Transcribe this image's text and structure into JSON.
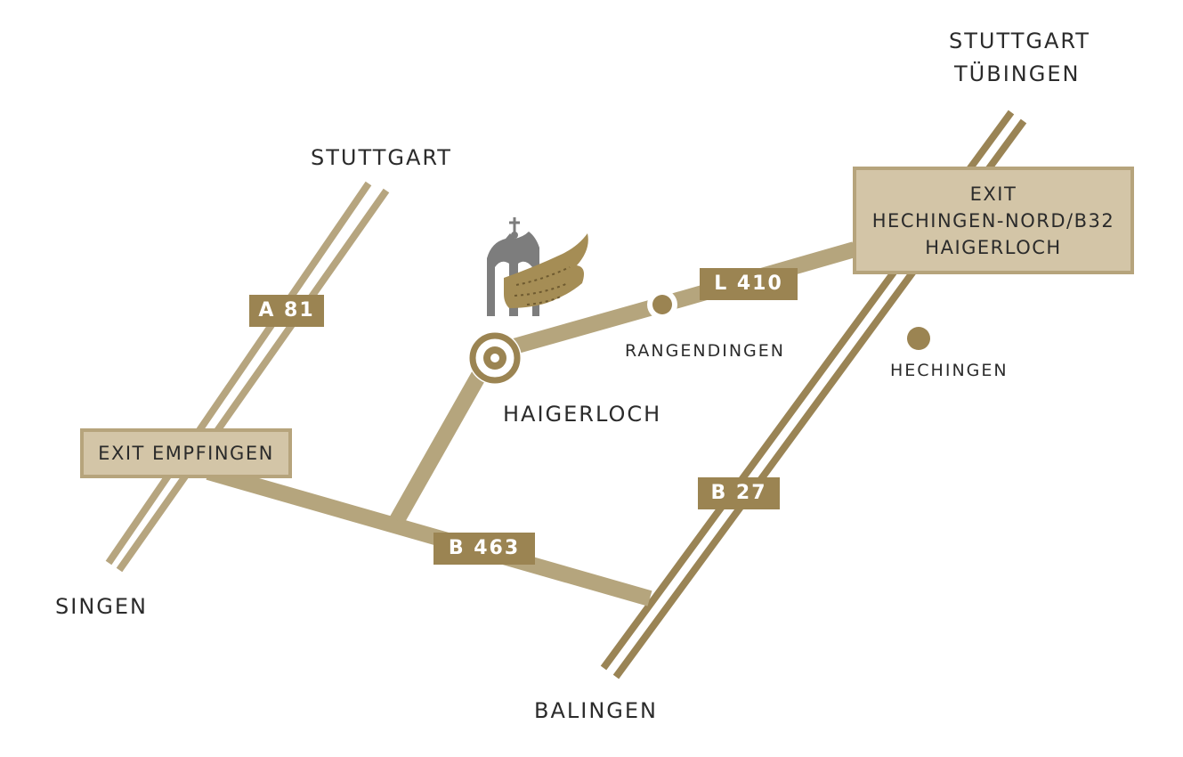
{
  "colors": {
    "background": "#ffffff",
    "road_light": "#b5a57d",
    "road_dark": "#9b8452",
    "motorway_light": "#b6a57f",
    "motorway_dark": "#9a8455",
    "shield": "#9b8452",
    "exit_box_fill": "#d3c5a7",
    "exit_box_border": "#b6a47c",
    "label_text": "#2b2b2b",
    "logo_grey": "#7d7d7d",
    "logo_wing": "#a58d55"
  },
  "places": {
    "stuttgart_top_left": "STUTTGART",
    "stuttgart_top_right": "STUTTGART",
    "tuebingen": "TÜBINGEN",
    "singen": "SINGEN",
    "balingen": "BALINGEN",
    "haigerloch": "HAIGERLOCH",
    "rangendingen": "RANGENDINGEN",
    "hechingen": "HECHINGEN"
  },
  "roads": {
    "a81": "A 81",
    "b463": "B 463",
    "b27": "B 27",
    "l410": "L 410"
  },
  "exits": {
    "empfingen": "EXIT EMPFINGEN",
    "hechingen_nord": [
      "EXIT",
      "HECHINGEN-NORD/B32",
      "HAIGERLOCH"
    ]
  },
  "icons": {
    "logo": "haigerloch-wing-logo-icon",
    "haigerloch_marker": "target-marker-icon",
    "rangendingen_marker": "town-dot-icon",
    "hechingen_marker": "town-dot-icon"
  }
}
